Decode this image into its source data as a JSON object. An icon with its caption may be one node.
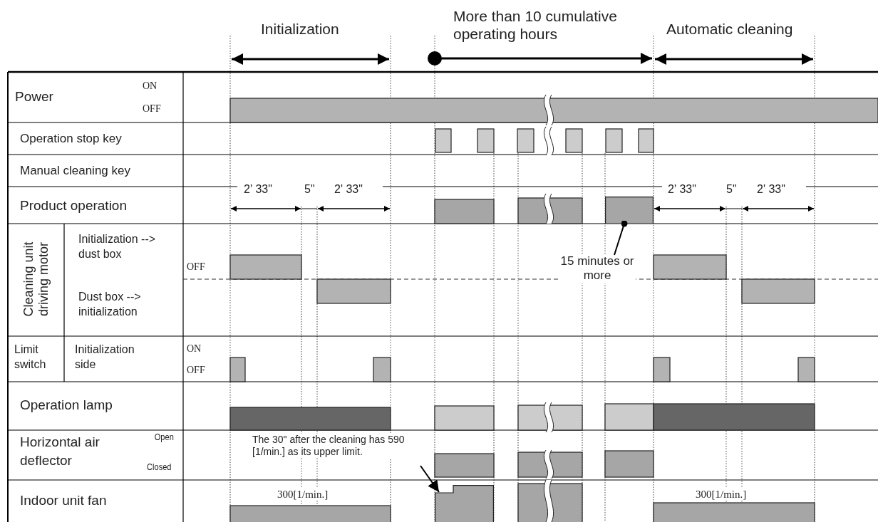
{
  "diagram": {
    "nodes": [
      {
        "text": [
          "15 minutes or more"
        ]
      },
      {
        "text": [],
        "shape": "bar"
      },
      {
        "text": [
          "The 30\" after the cleaning has 590 [1/min.] as its upper limit."
        ]
      },
      {
        "text": [],
        "shape": "bar"
      }
    ],
    "edges": [
      {
        "from": 0,
        "to": 1,
        "arrow": "other"
      },
      {
        "from": 2,
        "to": 3,
        "arrow": "to"
      }
    ],
    "labels": [
      "Initialization",
      "More than 10 cumulative operating hours",
      "Automatic cleaning",
      "Power",
      "ON",
      "OFF",
      "Operation stop key",
      "Manual cleaning key",
      "Product operation",
      "2' 33\"",
      "5\"",
      "2' 33\"",
      "2' 33\"",
      "5\"",
      "2' 33\"",
      "Cleaning unit driving motor",
      "Initialization --> dust box",
      "OFF",
      "Dust box --> initialization",
      "Limit switch",
      "Initialization side",
      "ON",
      "OFF",
      "Operation lamp",
      "Horizontal air deflector",
      "Open",
      "Closed",
      "Indoor unit fan",
      "300[1/min.]",
      "300[1/min.]"
    ]
  }
}
